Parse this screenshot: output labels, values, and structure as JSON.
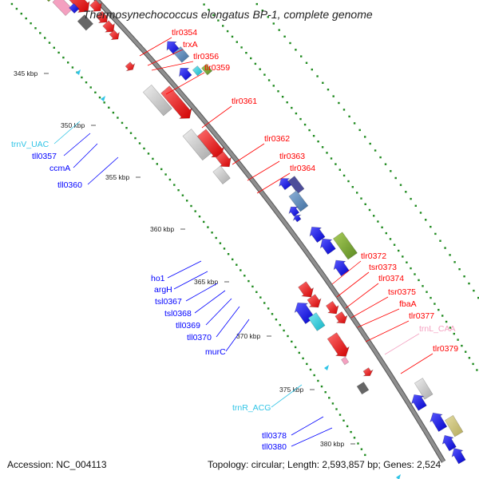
{
  "title": "Thermosynechococcus elongatus BP-1, complete genome",
  "footer": {
    "accession": "Accession: NC_004113",
    "topology": "Topology: circular; Length: 2,593,857 bp; Genes: 2,524"
  },
  "colors": {
    "backbone": "#8f8f8f",
    "forward": "#ff0000",
    "reverse": "#0000ff",
    "trna": "#2fc4e6",
    "rrna_like": "#f4a0c0",
    "gc_dots": "#1f8a1f",
    "other_gray": "#666666",
    "light_gray": "#cccccc",
    "steel_blue": "#4f7fb3",
    "olive": "#6e9b2c",
    "khaki": "#c9c07a"
  },
  "ticks": [
    {
      "label": "345 kbp"
    },
    {
      "label": "350 kbp"
    },
    {
      "label": "355 kbp"
    },
    {
      "label": "360 kbp"
    },
    {
      "label": "365 kbp"
    },
    {
      "label": "370 kbp"
    },
    {
      "label": "375 kbp"
    },
    {
      "label": "380 kbp"
    }
  ],
  "labels_forward": [
    {
      "text": "tlr0354"
    },
    {
      "text": "trxA"
    },
    {
      "text": "tlr0356"
    },
    {
      "text": "tlr0359"
    },
    {
      "text": "tlr0361"
    },
    {
      "text": "tlr0362"
    },
    {
      "text": "tlr0363"
    },
    {
      "text": "tlr0364"
    },
    {
      "text": "tlr0372"
    },
    {
      "text": "tsr0373"
    },
    {
      "text": "tlr0374"
    },
    {
      "text": "tsr0375"
    },
    {
      "text": "fbaA"
    },
    {
      "text": "tlr0377"
    },
    {
      "text": "trnL_CAA"
    },
    {
      "text": "tlr0379"
    }
  ],
  "labels_reverse": [
    {
      "text": "trnV_UAC"
    },
    {
      "text": "tll0357"
    },
    {
      "text": "ccmA"
    },
    {
      "text": "tll0360"
    },
    {
      "text": "ho1"
    },
    {
      "text": "argH"
    },
    {
      "text": "tsl0367"
    },
    {
      "text": "tsl0368"
    },
    {
      "text": "tll0369"
    },
    {
      "text": "tll0370"
    },
    {
      "text": "murC"
    },
    {
      "text": "trnR_ACG"
    },
    {
      "text": "tll0378"
    },
    {
      "text": "tll0380"
    }
  ]
}
